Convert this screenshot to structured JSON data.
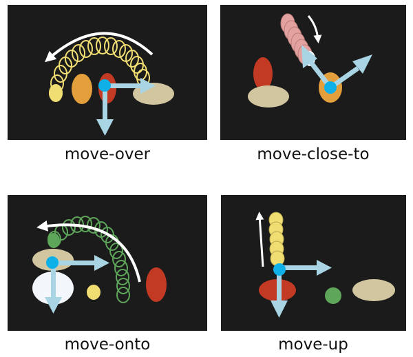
{
  "panels": [
    {
      "caption": "move-over"
    },
    {
      "caption": "move-close-to"
    },
    {
      "caption": "move-onto"
    },
    {
      "caption": "move-up"
    }
  ],
  "colors": {
    "background": "#1b1b1b",
    "axis_arrow": "#a9d4e3",
    "origin_dot": "#0fb0e8",
    "motion_arrow": "#ffffff",
    "red_ellipse": "#c23a24",
    "orange_ellipse": "#e39f3c",
    "tan_ellipse": "#d1c6a0",
    "yellow_trail": "#f0de73",
    "green_trail": "#5ea65a",
    "pink_trail": "#e3a2a0",
    "white_ellipse": "#f3f7fb"
  }
}
